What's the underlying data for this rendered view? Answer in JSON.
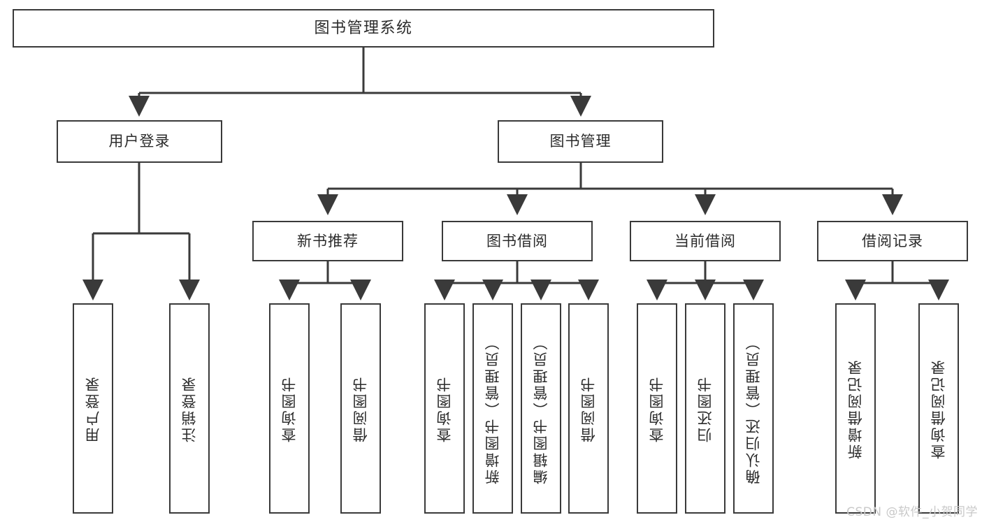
{
  "diagram": {
    "type": "tree-org-chart",
    "title": "图书管理系统",
    "watermark": "CSDN @软件_小贺同学",
    "colors": {
      "stroke": "#3a3a3a",
      "fill": "#ffffff",
      "text": "#2b2b2b",
      "watermark": "#c9c9c9",
      "background": "#ffffff"
    },
    "nodes": {
      "root": {
        "label": "图书管理系统"
      },
      "level1": [
        {
          "id": "user-login",
          "label": "用户登录"
        },
        {
          "id": "book-manage",
          "label": "图书管理"
        }
      ],
      "level2": [
        {
          "id": "new-book-rec",
          "label": "新书推荐"
        },
        {
          "id": "book-borrow",
          "label": "图书借阅"
        },
        {
          "id": "current-borrow",
          "label": "当前借阅"
        },
        {
          "id": "borrow-record",
          "label": "借阅记录"
        }
      ],
      "leaves": {
        "user_login": [
          {
            "id": "leaf-user-login",
            "label": "用户登录"
          },
          {
            "id": "leaf-logout",
            "label": "注销登录"
          }
        ],
        "new_book_rec": [
          {
            "id": "leaf-query-book-1",
            "label": "查询图书"
          },
          {
            "id": "leaf-borrow-book-1",
            "label": "借阅图书"
          }
        ],
        "book_borrow": [
          {
            "id": "leaf-query-book-2",
            "label": "查询图书"
          },
          {
            "id": "leaf-add-book",
            "label": "新增图书（管理员）"
          },
          {
            "id": "leaf-edit-book",
            "label": "编辑图书（管理员）"
          },
          {
            "id": "leaf-borrow-book-2",
            "label": "借阅图书"
          }
        ],
        "current_borrow": [
          {
            "id": "leaf-query-book-3",
            "label": "查询图书"
          },
          {
            "id": "leaf-return-book",
            "label": "归还图书"
          },
          {
            "id": "leaf-confirm-return",
            "label": "确认归还（管理员）"
          }
        ],
        "borrow_record": [
          {
            "id": "leaf-add-record",
            "label": "新增借阅记录"
          },
          {
            "id": "leaf-query-record",
            "label": "查询借阅记录"
          }
        ]
      }
    }
  }
}
